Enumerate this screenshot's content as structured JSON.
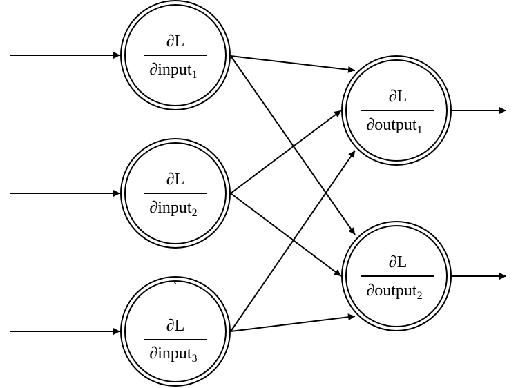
{
  "nodes": {
    "input_1": {
      "numerator": "∂L",
      "denominator": "∂input",
      "subscript": "1"
    },
    "input_2": {
      "numerator": "∂L",
      "denominator": "∂input",
      "subscript": "2"
    },
    "input_3": {
      "numerator": "∂L",
      "denominator": "∂input",
      "subscript": "3"
    },
    "output_1": {
      "numerator": "∂L",
      "denominator": "∂output",
      "subscript": "1"
    },
    "output_2": {
      "numerator": "∂L",
      "denominator": "∂output",
      "subscript": "2"
    }
  },
  "stray_mark": "`"
}
